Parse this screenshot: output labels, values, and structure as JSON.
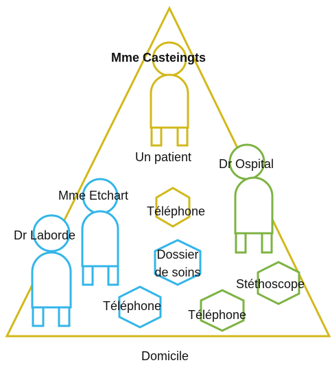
{
  "colors": {
    "triangle": "#D2B81A",
    "patient": "#D2B81A",
    "blue": "#33B5E9",
    "green": "#7CB342",
    "text": "#111111"
  },
  "labels": {
    "patient_name": "Mme Casteingts",
    "patient_role": "Un patient",
    "dr_ospital": "Dr Ospital",
    "mme_etchart": "Mme Etchart",
    "dr_laborde": "Dr Laborde",
    "telephone_yellow": "Téléphone",
    "dossier_line1": "Dossier",
    "dossier_line2": "de soins",
    "telephone_blue": "Téléphone",
    "telephone_green": "Téléphone",
    "stethoscope": "Stéthoscope",
    "footer": "Domicile"
  }
}
